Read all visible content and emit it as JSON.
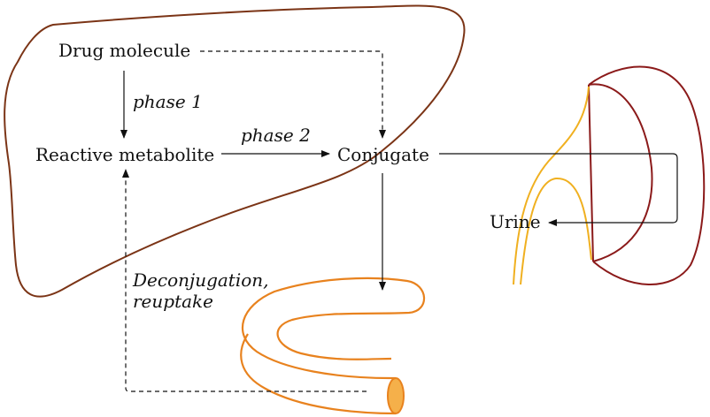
{
  "nodes": {
    "drug": "Drug molecule",
    "reactive": "Reactive metabolite",
    "conjugate": "Conjugate",
    "urine": "Urine"
  },
  "edges": {
    "phase1": "phase 1",
    "phase2": "phase 2",
    "deconj_line1": "Deconjugation,",
    "deconj_line2": "reuptake"
  },
  "colors": {
    "liver": "#7b3416",
    "intestine": "#e8821e",
    "intestine_fill": "#f5b04a",
    "kidney": "#8b1a1a",
    "ureter": "#f0b020",
    "arrow": "#111111"
  }
}
